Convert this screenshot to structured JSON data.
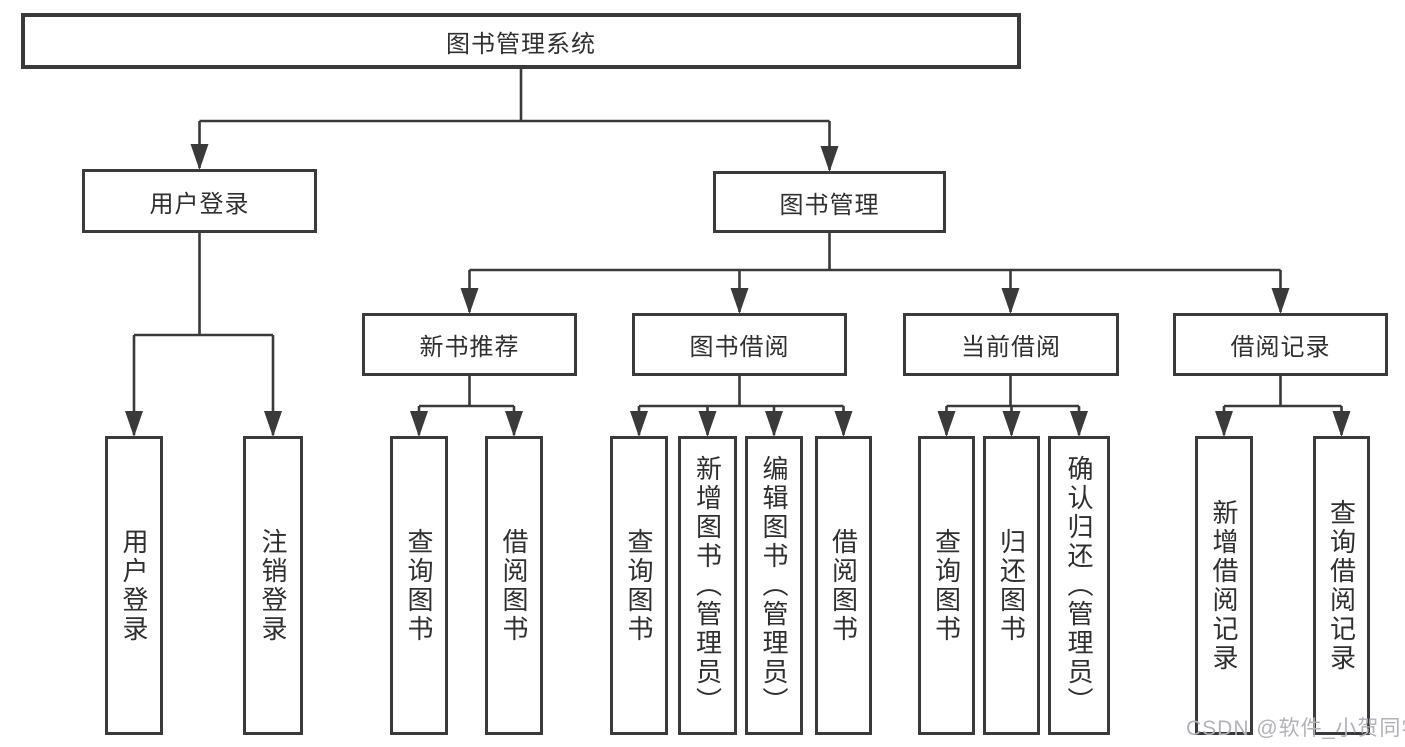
{
  "diagram": {
    "root": "图书管理系统",
    "branches": {
      "user_login": {
        "label": "用户登录",
        "children": [
          "用户登录",
          "注销登录"
        ]
      },
      "book_mgmt": {
        "label": "图书管理",
        "children": {
          "new_rec": {
            "label": "新书推荐",
            "children": [
              "查询图书",
              "借阅图书"
            ]
          },
          "book_borrow": {
            "label": "图书借阅",
            "children": [
              "查询图书",
              "新增图书（管理员）",
              "编辑图书（管理员）",
              "借阅图书"
            ]
          },
          "cur_borrow": {
            "label": "当前借阅",
            "children": [
              "查询图书",
              "归还图书",
              "确认归还（管理员）"
            ]
          },
          "borrow_rec": {
            "label": "借阅记录",
            "children": [
              "新增借阅记录",
              "查询借阅记录"
            ]
          }
        }
      }
    }
  },
  "watermark": {
    "text": "CSDN @软件_小贺同学"
  },
  "colors": {
    "line": "#3a3a3a",
    "text": "#2f2f2f",
    "watermark": "#b2b2b8",
    "background": "#ffffff"
  }
}
